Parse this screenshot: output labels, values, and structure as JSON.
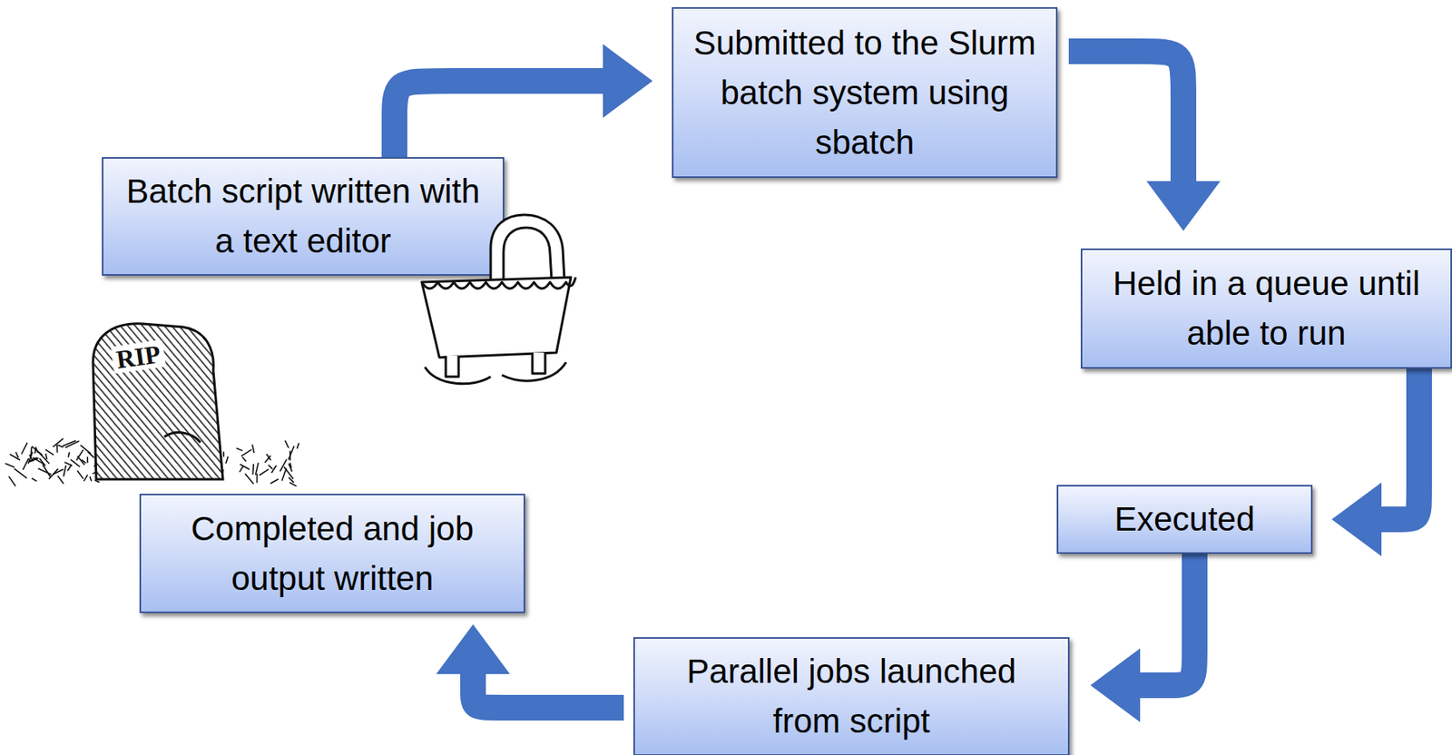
{
  "diagram": {
    "nodes": [
      {
        "text": [
          "Batch script written with a text editor"
        ]
      },
      {
        "text": [
          "Submitted to the Slurm batch system using sbatch"
        ]
      },
      {
        "text": [
          "Held in a queue until able to run"
        ]
      },
      {
        "text": [
          "Executed"
        ]
      },
      {
        "text": [
          "Parallel jobs launched from script"
        ]
      },
      {
        "text": [
          "Completed and job output written"
        ]
      }
    ],
    "edges": [
      {
        "from": 0,
        "to": 1,
        "arrow": "to"
      },
      {
        "from": 1,
        "to": 2,
        "arrow": "to"
      },
      {
        "from": 2,
        "to": 3,
        "arrow": "to"
      },
      {
        "from": 3,
        "to": 4,
        "arrow": "to"
      },
      {
        "from": 4,
        "to": 5,
        "arrow": "to"
      }
    ],
    "labels": [
      "RIP"
    ]
  }
}
